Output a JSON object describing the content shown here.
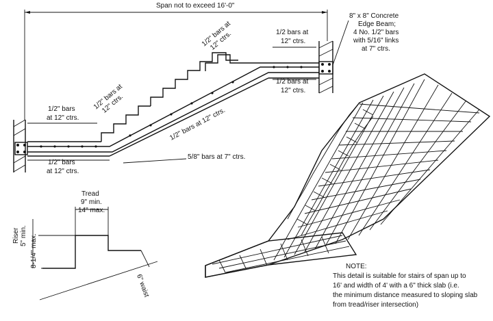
{
  "span_label": "Span not to exceed 16'-0\"",
  "edge_beam": [
    "8\" x 8\" Concrete",
    "Edge Beam;",
    "4 No. 1/2\" bars",
    "with 5/16\" links",
    "at 7\" ctrs."
  ],
  "bars": {
    "top_right_upper": [
      "1/2 bars at",
      "12\" ctrs."
    ],
    "top_right_lower": [
      "1/2 bars at",
      "12\" ctrs."
    ],
    "upper_flight": [
      "1/2\" bars at",
      "12\" ctrs."
    ],
    "lower_flight": [
      "1/2\" bars at",
      "12\" ctrs."
    ],
    "left_upper": [
      "1/2\" bars",
      "at 12\" ctrs."
    ],
    "left_lower": [
      "1/2\" bars",
      "at 12\" ctrs."
    ],
    "diagonal_main": "1/2\" bars at 12\" ctrs.",
    "diagonal_secondary": "5/8\" bars at 7\" ctrs."
  },
  "riser_tread": {
    "tread_title": "Tread",
    "tread_min": "9\" min.",
    "tread_max": "14\" max.",
    "riser_title": "Riser",
    "riser_min": "5\" min.",
    "riser_max": "8-1/4\" max.",
    "waist": "6\" waist"
  },
  "note": {
    "title": "NOTE:",
    "lines": [
      "This detail is suitable for stairs of span up to",
      "16' and width of 4' with a 6\" thick slab (i.e.",
      "the minimum distance measured to sloping slab",
      "from tread/riser intersection)"
    ]
  }
}
